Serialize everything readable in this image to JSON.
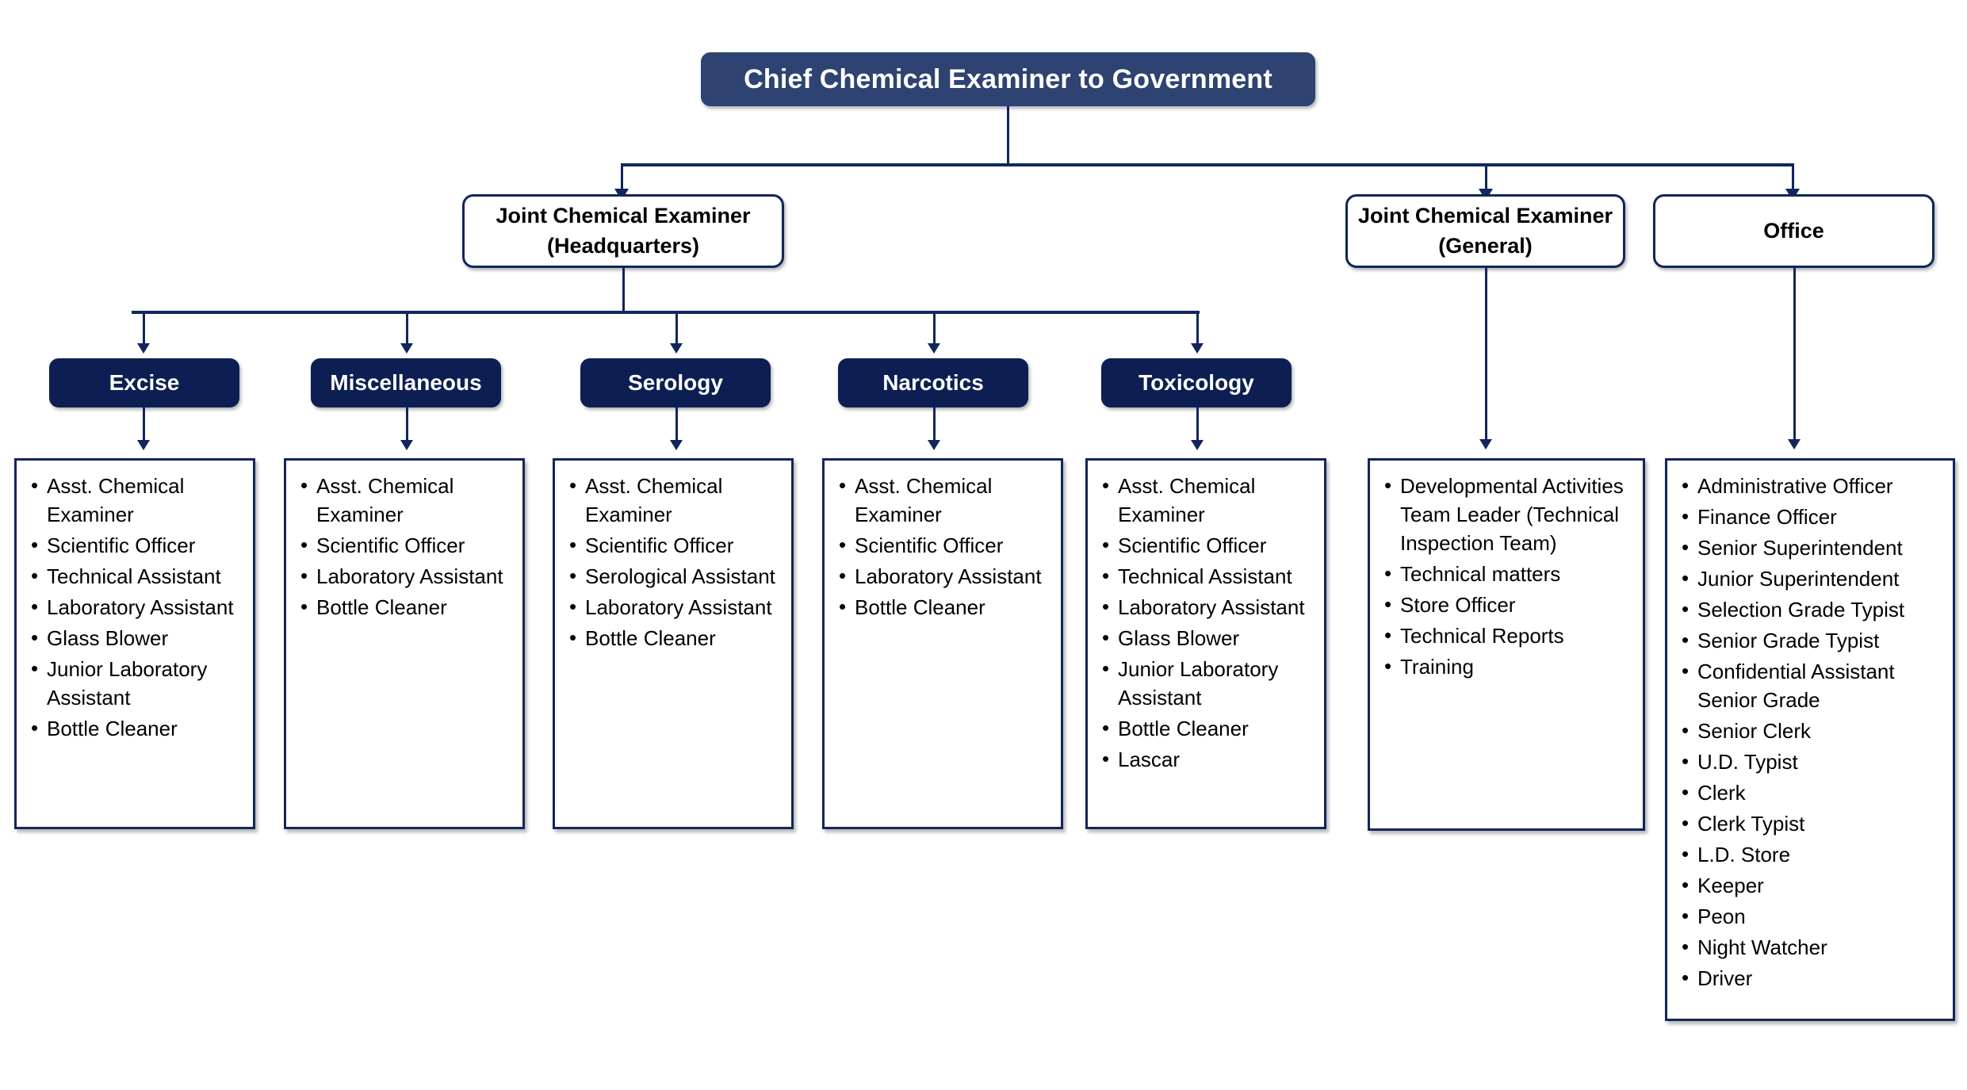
{
  "chart_title": "Chief Chemical Examiner to Government organizational chart",
  "colors": {
    "root_fill": "#2e4372",
    "dept_fill": "#0d1f52",
    "border": "#10265c",
    "panel_fill": "#ffffff",
    "text_light": "#ffffff",
    "text_dark": "#000000",
    "background": "#ffffff"
  },
  "root": {
    "label": "Chief Chemical Examiner to Government"
  },
  "level2": [
    {
      "id": "hq",
      "line1": "Joint Chemical Examiner",
      "line2": "(Headquarters)"
    },
    {
      "id": "general",
      "line1": "Joint Chemical Examiner",
      "line2": "(General)"
    },
    {
      "id": "office",
      "line1": "Office",
      "line2": ""
    }
  ],
  "departments": [
    {
      "id": "excise",
      "label": "Excise",
      "staff": [
        "Asst. Chemical Examiner",
        "Scientific Officer",
        "Technical Assistant",
        "Laboratory Assistant",
        "Glass Blower",
        "Junior Laboratory Assistant",
        "Bottle Cleaner"
      ]
    },
    {
      "id": "miscellaneous",
      "label": "Miscellaneous",
      "staff": [
        "Asst. Chemical Examiner",
        "Scientific Officer",
        "Laboratory Assistant",
        "Bottle Cleaner"
      ]
    },
    {
      "id": "serology",
      "label": "Serology",
      "staff": [
        "Asst. Chemical Examiner",
        "Scientific Officer",
        "Serological Assistant",
        "Laboratory Assistant",
        "Bottle Cleaner"
      ]
    },
    {
      "id": "narcotics",
      "label": "Narcotics",
      "staff": [
        "Asst. Chemical Examiner",
        "Scientific Officer",
        "Laboratory Assistant",
        "Bottle Cleaner"
      ]
    },
    {
      "id": "toxicology",
      "label": "Toxicology",
      "staff": [
        "Asst. Chemical Examiner",
        "Scientific Officer",
        "Technical Assistant",
        "Laboratory Assistant",
        "Glass Blower",
        "Junior Laboratory Assistant",
        "Bottle Cleaner",
        "Lascar"
      ]
    }
  ],
  "general_staff": [
    "Developmental Activities Team Leader (Technical Inspection Team)",
    "Technical matters",
    "Store Officer",
    "Technical Reports",
    "Training"
  ],
  "office_staff": [
    "Administrative Officer",
    "Finance Officer",
    "Senior Superintendent",
    "Junior Superintendent",
    "Selection Grade Typist",
    "Senior Grade Typist",
    "Confidential Assistant Senior Grade",
    "Senior Clerk",
    "U.D. Typist",
    "Clerk",
    "Clerk Typist",
    "L.D. Store",
    "Keeper",
    "Peon",
    "Night Watcher",
    "Driver"
  ]
}
